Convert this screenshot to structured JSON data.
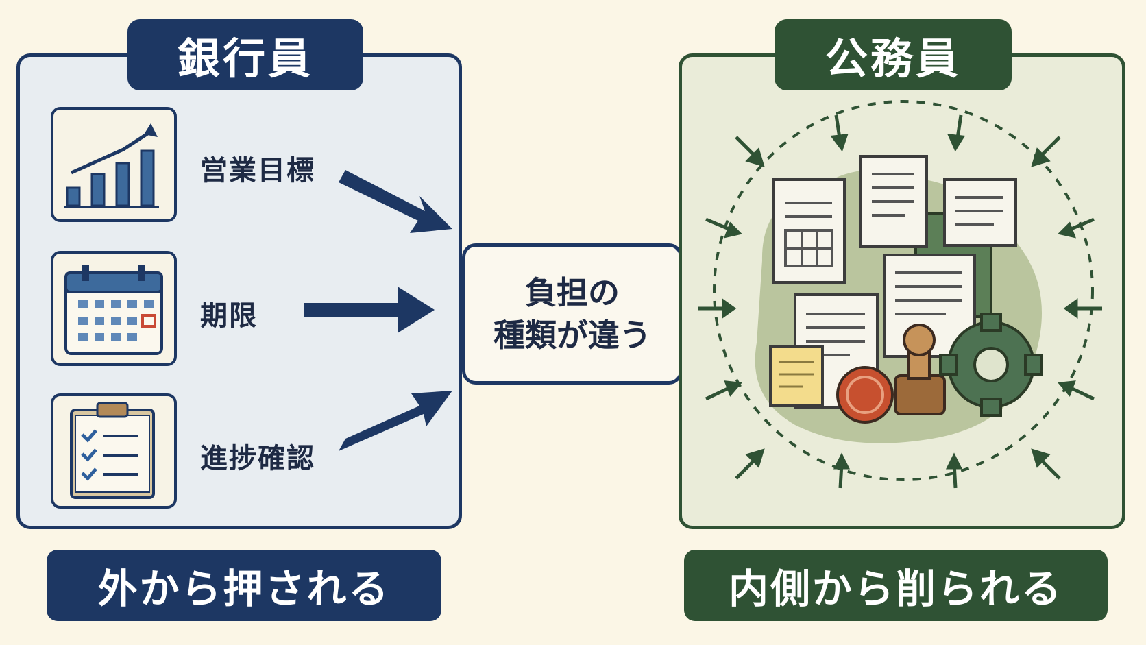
{
  "banker": {
    "title": "銀行員",
    "items": [
      {
        "label": "営業目標",
        "icon": "bar-chart-icon"
      },
      {
        "label": "期限",
        "icon": "calendar-icon"
      },
      {
        "label": "進捗確認",
        "icon": "clipboard-checklist-icon"
      }
    ],
    "caption": "外から押される",
    "color": "#1d3763"
  },
  "center": {
    "line1": "負担の",
    "line2": "種類が違う"
  },
  "civil_servant": {
    "title": "公務員",
    "illustration": "paperwork-stamp-gear-icon",
    "caption": "内側から削られる",
    "color": "#2f5234"
  }
}
